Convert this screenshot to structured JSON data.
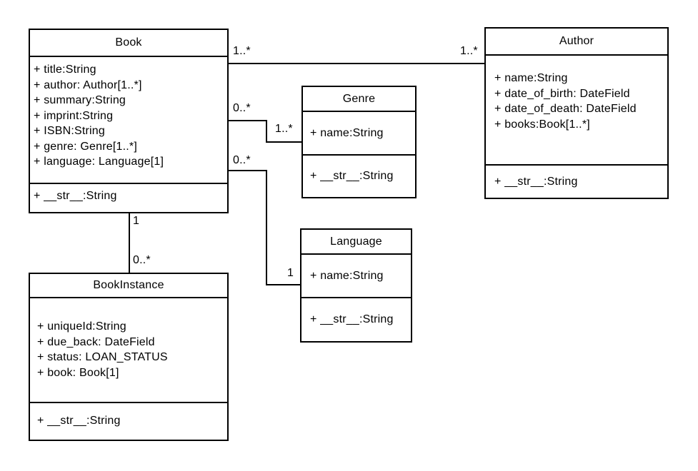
{
  "diagram_type": "uml-class-diagram",
  "colors": {
    "background": "#ffffff",
    "stroke": "#000000",
    "text": "#000000",
    "box_fill": "#ffffff"
  },
  "classes": {
    "book": {
      "name": "Book",
      "attributes": [
        "+ title:String",
        "+ author: Author[1..*]",
        "+ summary:String",
        "+ imprint:String",
        "+ ISBN:String",
        "+ genre: Genre[1..*]",
        "+ language: Language[1]"
      ],
      "methods": [
        "+ __str__:String"
      ]
    },
    "author": {
      "name": "Author",
      "attributes": [
        "+ name:String",
        "+ date_of_birth: DateField",
        "+ date_of_death: DateField",
        "+ books:Book[1..*]"
      ],
      "methods": [
        "+ __str__:String"
      ]
    },
    "genre": {
      "name": "Genre",
      "attributes": [
        "+ name:String"
      ],
      "methods": [
        "+ __str__:String"
      ]
    },
    "language": {
      "name": "Language",
      "attributes": [
        "+ name:String"
      ],
      "methods": [
        "+ __str__:String"
      ]
    },
    "book_instance": {
      "name": "BookInstance",
      "attributes": [
        "+ uniqueId:String",
        "+ due_back: DateField",
        "+ status: LOAN_STATUS",
        "+ book: Book[1]"
      ],
      "methods": [
        "+ __str__:String"
      ]
    }
  },
  "associations": [
    {
      "from": "Book",
      "to": "Author",
      "from_multiplicity": "1..*",
      "to_multiplicity": "1..*"
    },
    {
      "from": "Book",
      "to": "Genre",
      "from_multiplicity": "0..*",
      "to_multiplicity": "1..*"
    },
    {
      "from": "Book",
      "to": "Language",
      "from_multiplicity": "0..*",
      "to_multiplicity": "1"
    },
    {
      "from": "Book",
      "to": "BookInstance",
      "from_multiplicity": "1",
      "to_multiplicity": "0..*"
    }
  ]
}
